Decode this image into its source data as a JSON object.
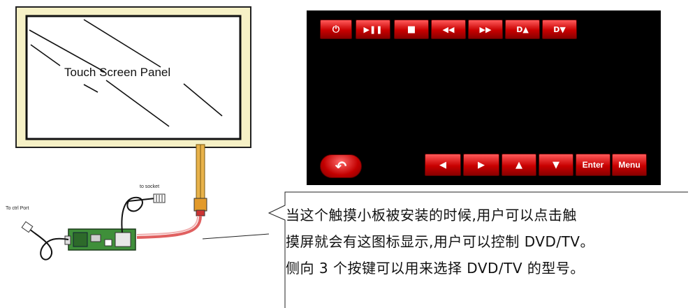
{
  "panel": {
    "label": "Touch Screen Panel"
  },
  "labels": {
    "to_socket": "to socket",
    "to_ctrl_port": "To ctrl Port"
  },
  "screen": {
    "top_buttons": [
      {
        "icon": "power-icon",
        "glyph": "⏻"
      },
      {
        "icon": "play-pause-icon",
        "glyph": "▶❚❚"
      },
      {
        "icon": "stop-icon",
        "glyph": "■"
      },
      {
        "icon": "rewind-icon",
        "glyph": "◀◀"
      },
      {
        "icon": "fast-forward-icon",
        "glyph": "▶▶"
      },
      {
        "icon": "dvd-up-icon",
        "glyph": "D▲"
      },
      {
        "icon": "dvd-down-icon",
        "glyph": "D▼"
      }
    ],
    "back_button": {
      "icon": "back-icon",
      "glyph": "↶"
    },
    "bottom_buttons": [
      {
        "icon": "left-arrow-icon",
        "glyph": "◀"
      },
      {
        "icon": "right-arrow-icon",
        "glyph": "▶"
      },
      {
        "icon": "up-arrow-icon",
        "glyph": "▲"
      },
      {
        "icon": "down-arrow-icon",
        "glyph": "▼"
      }
    ],
    "enter_label": "Enter",
    "menu_label": "Menu"
  },
  "callout": {
    "lines": [
      "当这个触摸小板被安装的时候,用户可以点击触",
      "摸屏就会有这图标显示,用户可以控制 DVD/TV。",
      "侧向 3 个按键可以用来选择 DVD/TV  的型号。"
    ]
  },
  "colors": {
    "button_red": "#c80000",
    "screen_bg": "#000000",
    "panel_frame": "#f6f1c6",
    "pcb_green": "#3f8f3a"
  }
}
